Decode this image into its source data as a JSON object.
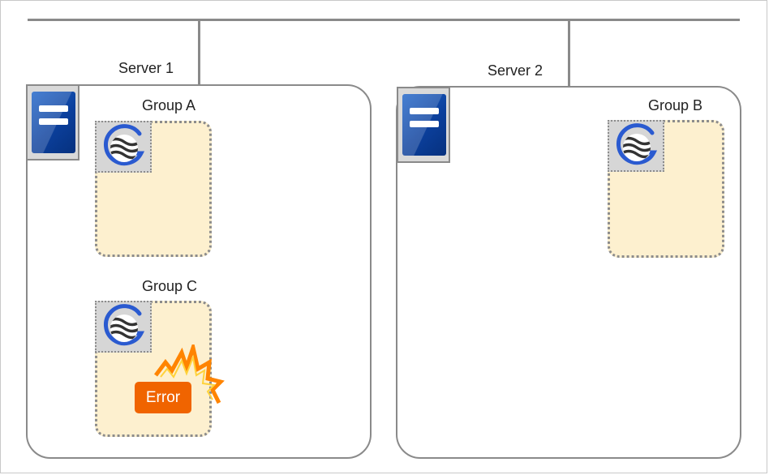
{
  "servers": [
    {
      "label": "Server 1"
    },
    {
      "label": "Server 2"
    }
  ],
  "groups": [
    {
      "label": "Group A"
    },
    {
      "label": "Group B"
    },
    {
      "label": "Group C",
      "status": "Error"
    }
  ],
  "colors": {
    "line": "#8a8a8a",
    "server_blue": "#0b3f9c",
    "group_fill": "#fdf0cf",
    "error_orange": "#f06400",
    "resource_blue": "#2a5ad0"
  },
  "icons": {
    "server": "server-icon",
    "resource": "cluster-resource-icon",
    "error": "error-burst-icon"
  }
}
